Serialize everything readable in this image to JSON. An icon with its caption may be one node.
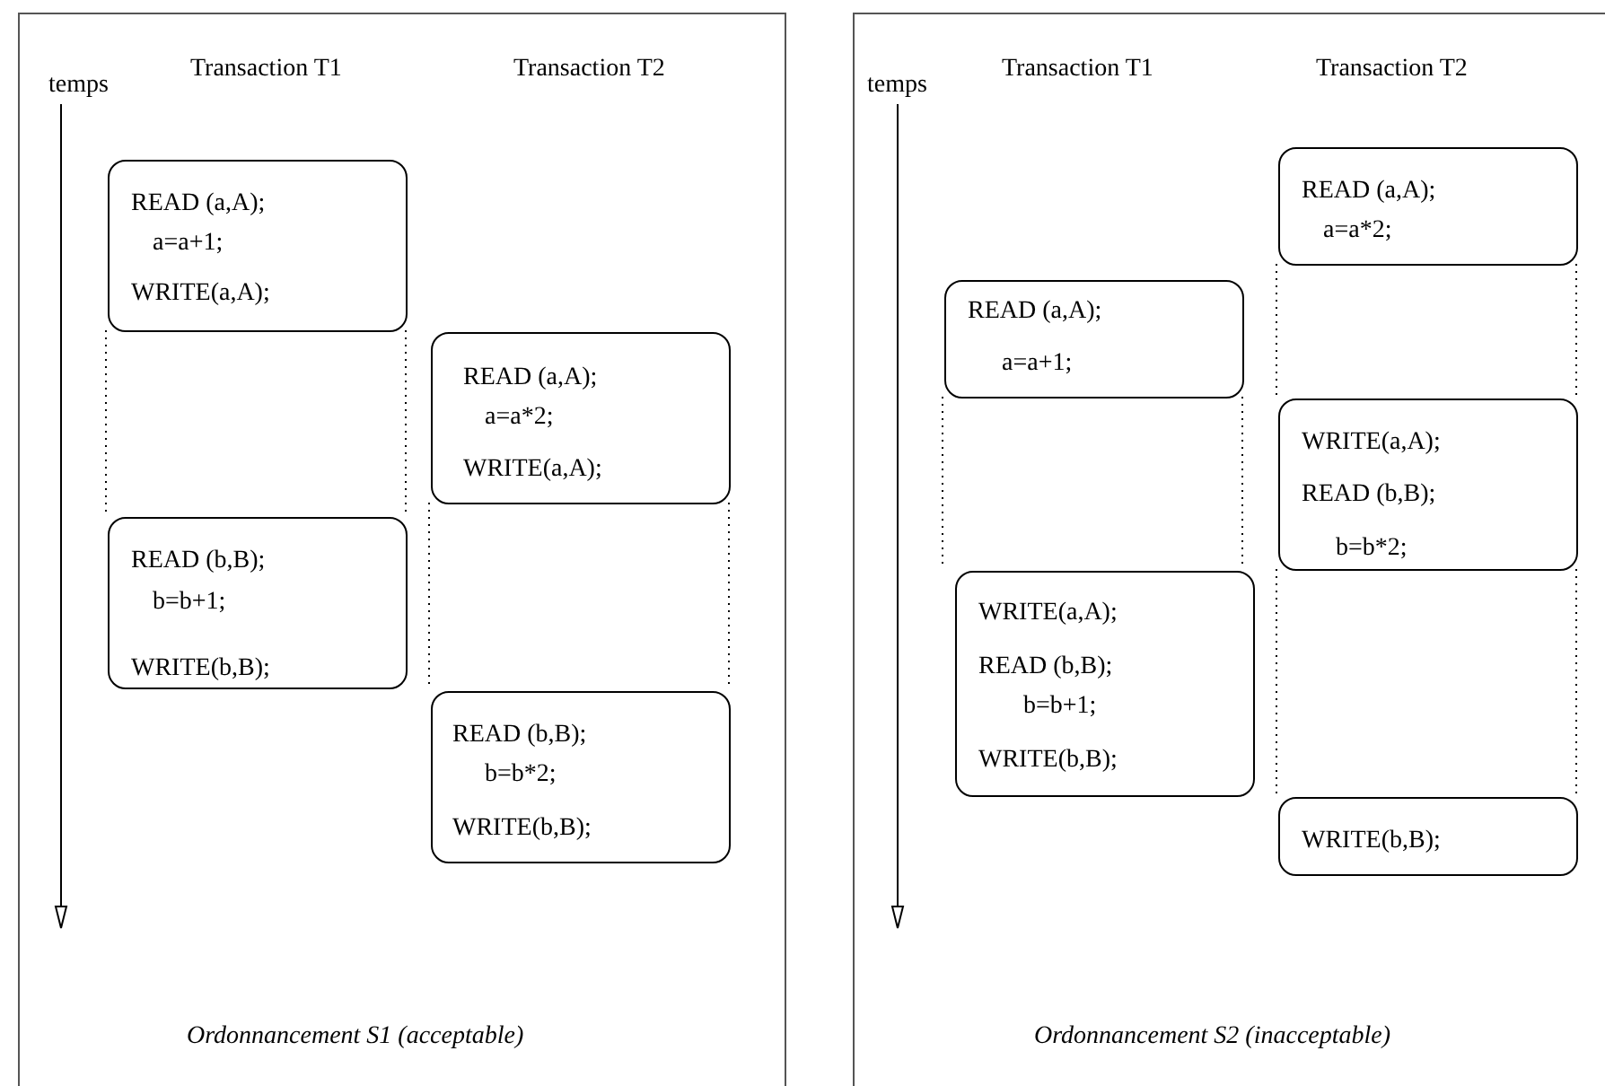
{
  "diagram": {
    "nodes": [
      {
        "text": [
          "Ordonnancement S1 (acceptable)"
        ]
      },
      {
        "text": [
          "READ (a,A);",
          "a=a+1;",
          "WRITE(a,A);"
        ],
        "in": 0
      },
      {
        "text": [
          "READ (a,A);",
          "a=a*2;",
          "WRITE(a,A);"
        ],
        "in": 0
      },
      {
        "text": [
          "READ (b,B);",
          "b=b+1;",
          "WRITE(b,B);"
        ],
        "in": 0
      },
      {
        "text": [
          "READ (b,B);",
          "b=b*2;",
          "WRITE(b,B);"
        ],
        "in": 0
      },
      {
        "text": [
          "Ordonnancement S2 (inacceptable)"
        ]
      },
      {
        "text": [
          "READ (a,A);",
          "a=a*2;"
        ],
        "in": 5
      },
      {
        "text": [
          "READ (a,A);",
          "a=a+1;"
        ],
        "in": 5
      },
      {
        "text": [
          "WRITE(a,A);",
          "READ (b,B);",
          "b=b*2;"
        ],
        "in": 5
      },
      {
        "text": [
          "WRITE(a,A);",
          "READ (b,B);",
          "b=b+1;",
          "WRITE(b,B);"
        ],
        "in": 5
      },
      {
        "text": [
          "WRITE(b,B);"
        ],
        "in": 5
      }
    ],
    "edges": [
      {
        "from": 1,
        "to": 3,
        "arrow": "none",
        "style": "dashed"
      },
      {
        "from": 1,
        "to": 3,
        "arrow": "none",
        "style": "dashed"
      },
      {
        "from": 2,
        "to": 4,
        "arrow": "none",
        "style": "dashed"
      },
      {
        "from": 2,
        "to": 4,
        "arrow": "none",
        "style": "dashed"
      },
      {
        "from": 6,
        "to": 8,
        "arrow": "none",
        "style": "dashed"
      },
      {
        "from": 6,
        "to": 8,
        "arrow": "none",
        "style": "dashed"
      },
      {
        "from": 7,
        "to": 9,
        "arrow": "none",
        "style": "dashed"
      },
      {
        "from": 7,
        "to": 9,
        "arrow": "none",
        "style": "dashed"
      },
      {
        "from": 8,
        "to": 10,
        "arrow": "none",
        "style": "dashed"
      },
      {
        "from": 8,
        "to": 10,
        "arrow": "none",
        "style": "dashed"
      }
    ],
    "labels": [
      "temps",
      "Transaction T1",
      "Transaction T2",
      "temps",
      "Transaction T1",
      "Transaction T2"
    ]
  }
}
